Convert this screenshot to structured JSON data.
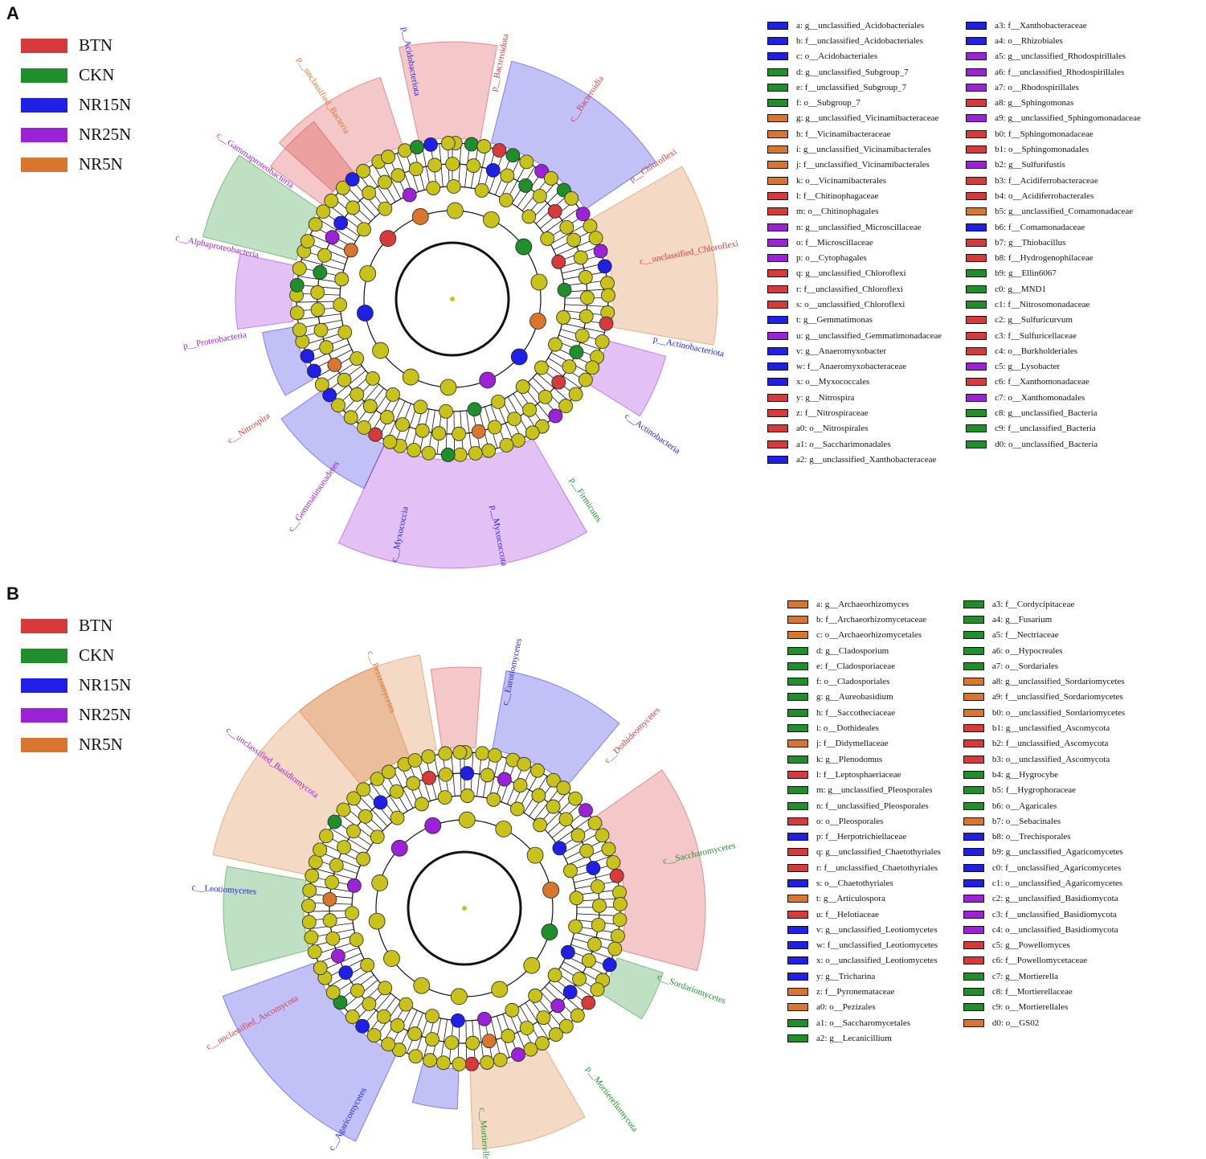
{
  "groups": [
    {
      "name": "BTN",
      "color": "#d63a3a"
    },
    {
      "name": "CKN",
      "color": "#1e8f2a"
    },
    {
      "name": "NR15N",
      "color": "#1f1fe6"
    },
    {
      "name": "NR25N",
      "color": "#9b22d6"
    },
    {
      "name": "NR5N",
      "color": "#d8762e"
    }
  ],
  "panels": [
    {
      "label": "A",
      "group_names": [
        "BTN",
        "CKN",
        "NR15N",
        "NR25N",
        "NR5N"
      ],
      "key_columns": [
        [
          {
            "text": "a: g__unclassified_Acidobacteriales",
            "group": "NR15N"
          },
          {
            "text": "b: f__unclassified_Acidobacteriales",
            "group": "NR15N"
          },
          {
            "text": "c: o__Acidobacteriales",
            "group": "NR15N"
          },
          {
            "text": "d: g__unclassified_Subgroup_7",
            "group": "CKN"
          },
          {
            "text": "e: f__unclassified_Subgroup_7",
            "group": "CKN"
          },
          {
            "text": "f: o__Subgroup_7",
            "group": "CKN"
          },
          {
            "text": "g: g__unclassified_Vicinamibacteraceae",
            "group": "NR5N"
          },
          {
            "text": "h: f__Vicinamibacteraceae",
            "group": "NR5N"
          },
          {
            "text": "i: g__unclassified_Vicinamibacterales",
            "group": "NR5N"
          },
          {
            "text": "j: f__unclassified_Vicinamibacterales",
            "group": "NR5N"
          },
          {
            "text": "k: o__Vicinamibacterales",
            "group": "NR5N"
          },
          {
            "text": "l: f__Chitinophagaceae",
            "group": "BTN"
          },
          {
            "text": "m: o__Chitinophagales",
            "group": "BTN"
          },
          {
            "text": "n: g__unclassified_Microscillaceae",
            "group": "NR25N"
          },
          {
            "text": "o: f__Microscillaceae",
            "group": "NR25N"
          },
          {
            "text": "p: o__Cytophagales",
            "group": "NR25N"
          },
          {
            "text": "q: g__unclassified_Chloroflexi",
            "group": "BTN"
          },
          {
            "text": "r: f__unclassified_Chloroflexi",
            "group": "BTN"
          },
          {
            "text": "s: o__unclassified_Chloroflexi",
            "group": "BTN"
          },
          {
            "text": "t: g__Gemmatimonas",
            "group": "NR15N"
          },
          {
            "text": "u: g__unclassified_Gemmatimonadaceae",
            "group": "NR25N"
          },
          {
            "text": "v: g__Anaeromyxobacter",
            "group": "NR15N"
          },
          {
            "text": "w: f__Anaeromyxobacteraceae",
            "group": "NR15N"
          },
          {
            "text": "x: o__Myxococcales",
            "group": "NR15N"
          },
          {
            "text": "y: g__Nitrospira",
            "group": "BTN"
          },
          {
            "text": "z: f__Nitrospiraceae",
            "group": "BTN"
          },
          {
            "text": "a0: o__Nitrospirales",
            "group": "BTN"
          },
          {
            "text": "a1: o__Saccharimonadales",
            "group": "BTN"
          },
          {
            "text": "a2: g__unclassified_Xanthobacteraceae",
            "group": "NR15N"
          }
        ],
        [
          {
            "text": "a3: f__Xanthobacteraceae",
            "group": "NR15N"
          },
          {
            "text": "a4: o__Rhizobiales",
            "group": "NR15N"
          },
          {
            "text": "a5: g__unclassified_Rhodospirillales",
            "group": "NR25N"
          },
          {
            "text": "a6: f__unclassified_Rhodospirillales",
            "group": "NR25N"
          },
          {
            "text": "a7: o__Rhodospirillales",
            "group": "NR25N"
          },
          {
            "text": "a8: g__Sphingomonas",
            "group": "BTN"
          },
          {
            "text": "a9: g__unclassified_Sphingomonadaceae",
            "group": "NR25N"
          },
          {
            "text": "b0: f__Sphingomonadaceae",
            "group": "BTN"
          },
          {
            "text": "b1: o__Sphingomonadales",
            "group": "BTN"
          },
          {
            "text": "b2: g__Sulfurifustis",
            "group": "NR25N"
          },
          {
            "text": "b3: f__Acidiferrobacteraceae",
            "group": "BTN"
          },
          {
            "text": "b4: o__Acidiferrobacterales",
            "group": "BTN"
          },
          {
            "text": "b5: g__unclassified_Comamonadaceae",
            "group": "NR5N"
          },
          {
            "text": "b6: f__Comamonadaceae",
            "group": "NR15N"
          },
          {
            "text": "b7: g__Thiobacillus",
            "group": "BTN"
          },
          {
            "text": "b8: f__Hydrogenophilaceae",
            "group": "BTN"
          },
          {
            "text": "b9: g__Ellin6067",
            "group": "CKN"
          },
          {
            "text": "c0: g__MND1",
            "group": "CKN"
          },
          {
            "text": "c1: f__Nitrosomonadaceae",
            "group": "CKN"
          },
          {
            "text": "c2: g__Sulfuricurvum",
            "group": "BTN"
          },
          {
            "text": "c3: f__Sulfuricellaceae",
            "group": "BTN"
          },
          {
            "text": "c4: o__Burkholderiales",
            "group": "BTN"
          },
          {
            "text": "c5: g__Lysobacter",
            "group": "NR25N"
          },
          {
            "text": "c6: f__Xanthomonadaceae",
            "group": "BTN"
          },
          {
            "text": "c7: o__Xanthomonadales",
            "group": "NR25N"
          },
          {
            "text": "c8: g__unclassified_Bacteria",
            "group": "CKN"
          },
          {
            "text": "c9: f__unclassified_Bacteria",
            "group": "CKN"
          },
          {
            "text": "d0: o__unclassified_Bacteria",
            "group": "CKN"
          }
        ]
      ],
      "clade_labels": [
        {
          "text": "p__Bacteroidota",
          "group": "BTN"
        },
        {
          "text": "c__Bacteroidia",
          "group": "BTN"
        },
        {
          "text": "p__Chloroflexi",
          "group": "BTN"
        },
        {
          "text": "c__unclassified_Chloroflexi",
          "group": "BTN"
        },
        {
          "text": "p__Actinobacteriota",
          "group": "NR15N"
        },
        {
          "text": "c__Actinobacteria",
          "group": "NR15N"
        },
        {
          "text": "p__Firmicutes",
          "group": "CKN"
        },
        {
          "text": "p__Myxococcota",
          "group": "NR15N"
        },
        {
          "text": "c__Myxococcia",
          "group": "NR15N"
        },
        {
          "text": "c__Gemmatimonadetes",
          "group": "NR25N"
        },
        {
          "text": "c__Nitrospira",
          "group": "BTN"
        },
        {
          "text": "p__Proteobacteria",
          "group": "NR25N"
        },
        {
          "text": "c__Alphaproteobacteria",
          "group": "NR25N"
        },
        {
          "text": "c__Gammaproteobacteria",
          "group": "NR25N"
        },
        {
          "text": "p__unclassified_Bacteria",
          "group": "NR5N"
        },
        {
          "text": "p__Acidobacteriota",
          "group": "NR15N"
        }
      ]
    },
    {
      "label": "B",
      "group_names": [
        "BTN",
        "CKN",
        "NR15N",
        "NR25N",
        "NR5N"
      ],
      "key_columns": [
        [
          {
            "text": "a: g__Archaeorhizomyces",
            "group": "NR5N"
          },
          {
            "text": "b: f__Archaeorhizomycetaceae",
            "group": "NR5N"
          },
          {
            "text": "c: o__Archaeorhizomycetales",
            "group": "NR5N"
          },
          {
            "text": "d: g__Cladosporium",
            "group": "CKN"
          },
          {
            "text": "e: f__Cladosporiaceae",
            "group": "CKN"
          },
          {
            "text": "f: o__Cladosporiales",
            "group": "CKN"
          },
          {
            "text": "g: g__Aureobasidium",
            "group": "CKN"
          },
          {
            "text": "h: f__Saccotheciaceae",
            "group": "CKN"
          },
          {
            "text": "i: o__Dothideales",
            "group": "CKN"
          },
          {
            "text": "j: f__Didymellaceae",
            "group": "NR5N"
          },
          {
            "text": "k: g__Plenodomus",
            "group": "CKN"
          },
          {
            "text": "l: f__Leptosphaeriaceae",
            "group": "BTN"
          },
          {
            "text": "m: g__unclassified_Pleosporales",
            "group": "CKN"
          },
          {
            "text": "n: f__unclassified_Pleosporales",
            "group": "CKN"
          },
          {
            "text": "o: o__Pleosporales",
            "group": "BTN"
          },
          {
            "text": "p: f__Herpotrichiellaceae",
            "group": "NR15N"
          },
          {
            "text": "q: g__unclassified_Chaetothyriales",
            "group": "BTN"
          },
          {
            "text": "r: f__unclassified_Chaetothyriales",
            "group": "BTN"
          },
          {
            "text": "s: o__Chaetothyriales",
            "group": "NR15N"
          },
          {
            "text": "t: g__Articulospora",
            "group": "NR5N"
          },
          {
            "text": "u: f__Helotiaceae",
            "group": "BTN"
          },
          {
            "text": "v: g__unclassified_Leotiomycetes",
            "group": "NR15N"
          },
          {
            "text": "w: f__unclassified_Leotiomycetes",
            "group": "NR15N"
          },
          {
            "text": "x: o__unclassified_Leotiomycetes",
            "group": "NR15N"
          },
          {
            "text": "y: g__Tricharina",
            "group": "NR15N"
          },
          {
            "text": "z: f__Pyronemataceae",
            "group": "NR5N"
          },
          {
            "text": "a0: o__Pezizales",
            "group": "NR5N"
          },
          {
            "text": "a1: o__Saccharomycetales",
            "group": "CKN"
          },
          {
            "text": "a2: g__Lecanicillium",
            "group": "CKN"
          }
        ],
        [
          {
            "text": "a3: f__Cordycipitaceae",
            "group": "CKN"
          },
          {
            "text": "a4: g__Fusarium",
            "group": "CKN"
          },
          {
            "text": "a5: f__Nectriaceae",
            "group": "CKN"
          },
          {
            "text": "a6: o__Hypocreales",
            "group": "CKN"
          },
          {
            "text": "a7: o__Sordariales",
            "group": "CKN"
          },
          {
            "text": "a8: g__unclassified_Sordariomycetes",
            "group": "NR5N"
          },
          {
            "text": "a9: f__unclassified_Sordariomycetes",
            "group": "NR5N"
          },
          {
            "text": "b0: o__unclassified_Sordariomycetes",
            "group": "NR5N"
          },
          {
            "text": "b1: g__unclassified_Ascomycota",
            "group": "BTN"
          },
          {
            "text": "b2: f__unclassified_Ascomycota",
            "group": "BTN"
          },
          {
            "text": "b3: o__unclassified_Ascomycota",
            "group": "BTN"
          },
          {
            "text": "b4: g__Hygrocybe",
            "group": "CKN"
          },
          {
            "text": "b5: f__Hygrophoraceae",
            "group": "CKN"
          },
          {
            "text": "b6: o__Agaricales",
            "group": "CKN"
          },
          {
            "text": "b7: o__Sebacinales",
            "group": "NR5N"
          },
          {
            "text": "b8: o__Trechisporales",
            "group": "NR15N"
          },
          {
            "text": "b9: g__unclassified_Agaricomycetes",
            "group": "NR15N"
          },
          {
            "text": "c0: f__unclassified_Agaricomycetes",
            "group": "NR15N"
          },
          {
            "text": "c1: o__unclassified_Agaricomycetes",
            "group": "NR15N"
          },
          {
            "text": "c2: g__unclassified_Basidiomycota",
            "group": "NR25N"
          },
          {
            "text": "c3: f__unclassified_Basidiomycota",
            "group": "NR25N"
          },
          {
            "text": "c4: o__unclassified_Basidiomycota",
            "group": "NR25N"
          },
          {
            "text": "c5: g__Powellomyces",
            "group": "BTN"
          },
          {
            "text": "c6: f__Powellomycetaceae",
            "group": "BTN"
          },
          {
            "text": "c7: g__Mortierella",
            "group": "CKN"
          },
          {
            "text": "c8: f__Mortierellaceae",
            "group": "CKN"
          },
          {
            "text": "c9: o__Mortierellales",
            "group": "CKN"
          },
          {
            "text": "d0: o__GS02",
            "group": "NR5N"
          }
        ]
      ],
      "clade_labels": [
        {
          "text": "c__Eurotiomycetes",
          "group": "NR15N"
        },
        {
          "text": "c__Dothideomycetes",
          "group": "BTN"
        },
        {
          "text": "c__Saccharomycetes",
          "group": "CKN"
        },
        {
          "text": "c__Sordariomycetes",
          "group": "CKN"
        },
        {
          "text": "p__Mortierellomycota",
          "group": "CKN"
        },
        {
          "text": "c__Mortierellomycetes",
          "group": "CKN"
        },
        {
          "text": "c__Agaricomycetes",
          "group": "NR15N"
        },
        {
          "text": "c__unclassified_Ascomycota",
          "group": "BTN"
        },
        {
          "text": "c__Leotiomycetes",
          "group": "NR15N"
        },
        {
          "text": "c__unclassified_Basidiomycota",
          "group": "NR25N"
        },
        {
          "text": "c__Pezizomycetes",
          "group": "NR5N"
        }
      ]
    }
  ]
}
